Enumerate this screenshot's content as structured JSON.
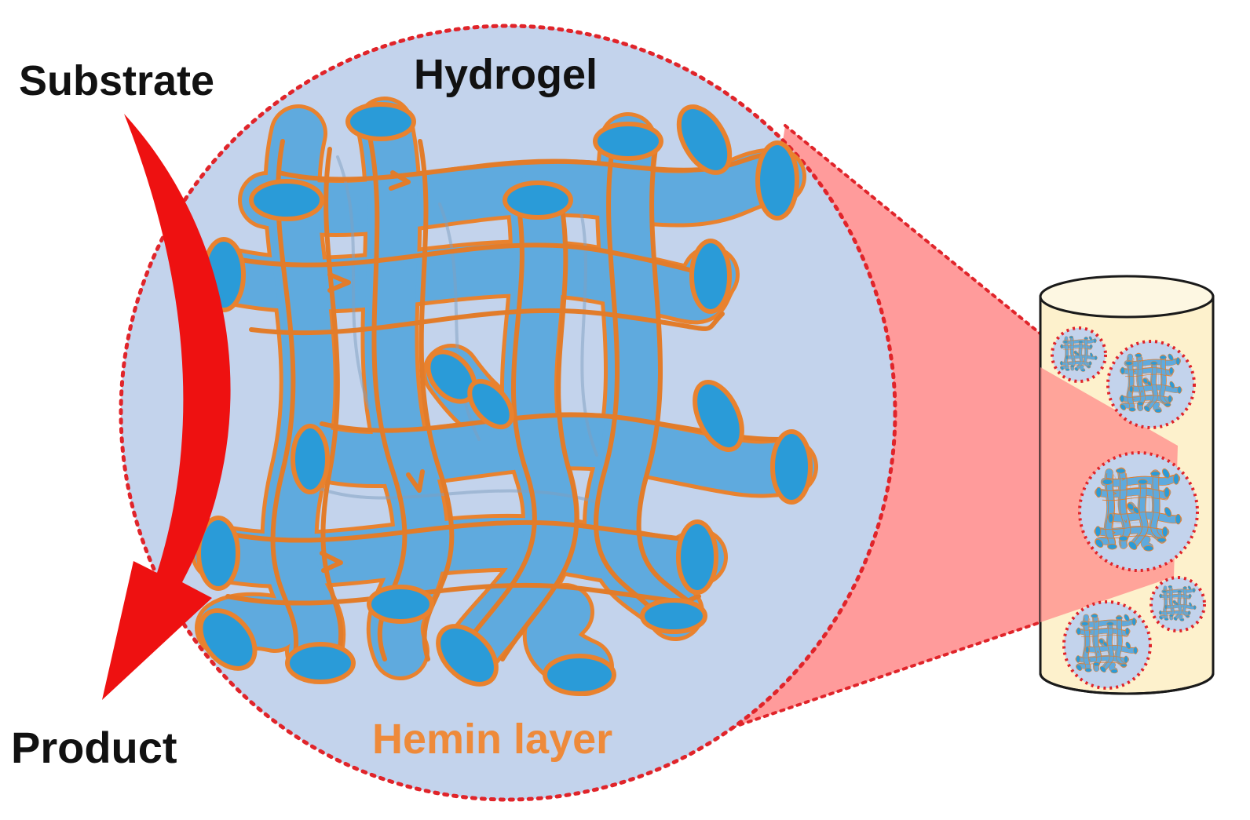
{
  "labels": {
    "substrate": "Substrate",
    "hydrogel": "Hydrogel",
    "hemin_layer": "Hemin layer",
    "product": "Product"
  },
  "colors": {
    "text_dark": "#111111",
    "hemin_orange": "#ee8a3a",
    "tube_blue": "#5aace6",
    "tube_blue_dark": "#2f95d6",
    "tube_rim": "#e9822e",
    "zoom_circle_fill": "#c3d3ec",
    "dotted_outline": "#e0242a",
    "flow_arrow": "#ee1111",
    "zoom_cone": "#ff8a8a",
    "column_fill": "#fdf1cc",
    "column_top": "#fdf7e2"
  },
  "icons": {
    "flow_arrow": "curved-arrow-down",
    "column": "packed-column-cylinder"
  }
}
